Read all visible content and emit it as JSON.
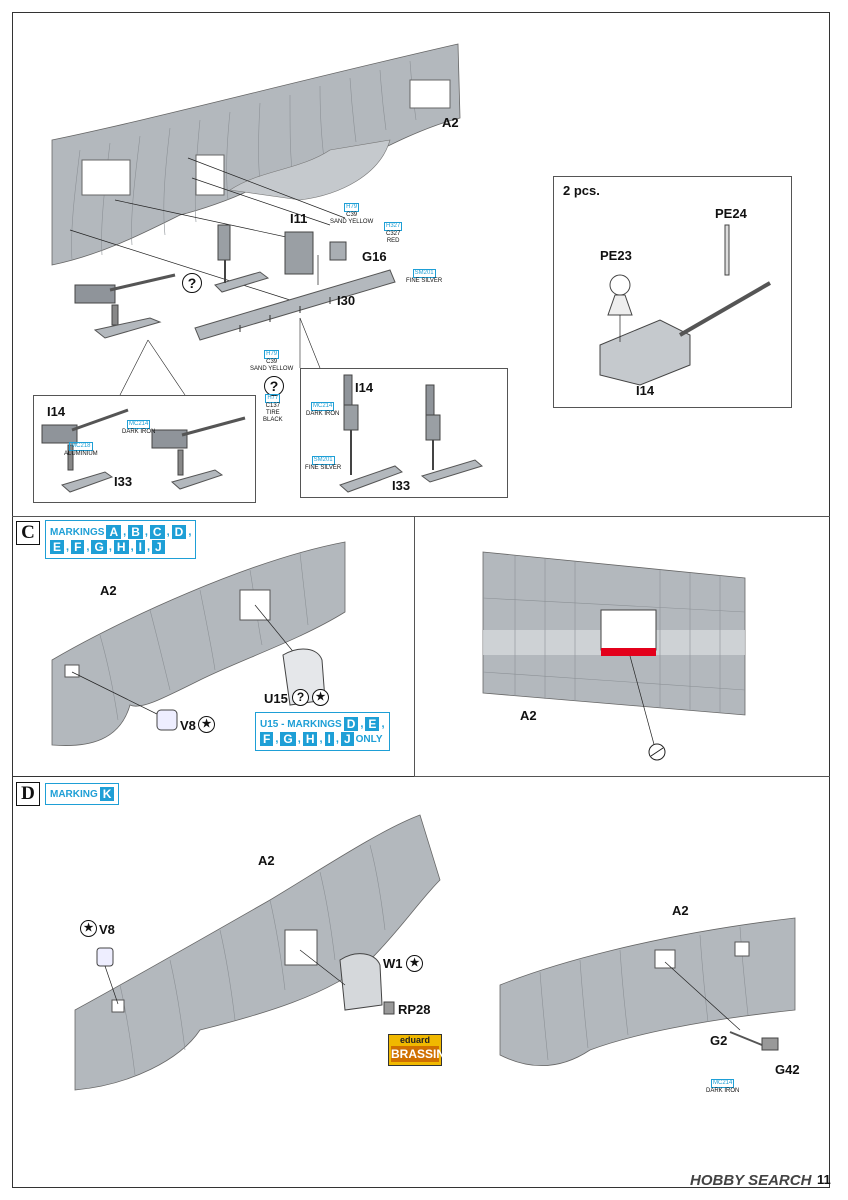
{
  "top_section": {
    "labels": {
      "a2": "A2",
      "i11": "I11",
      "g16": "G16",
      "i30": "I30",
      "inset_i14": "I14",
      "inset_i33": "I33",
      "right_i14": "I14",
      "right_i33": "I33"
    },
    "paints": {
      "h79_top": {
        "code": "H79",
        "sub1": "C39",
        "sub2": "SAND YELLOW"
      },
      "h327": {
        "code": "H327",
        "sub1": "C327",
        "sub2": "RED"
      },
      "sm201_top": {
        "code": "SM201",
        "sub1": "FINE SILVER"
      },
      "h79_mid": {
        "code": "H79",
        "sub1": "C39",
        "sub2": "SAND YELLOW"
      },
      "h77": {
        "code": "H77",
        "sub1": "C137",
        "sub2": "TIRE",
        "sub3": "BLACK"
      },
      "mc214_left": {
        "code": "MC214",
        "sub1": "DARK IRON"
      },
      "mc218_left": {
        "code": "MC218",
        "sub1": "ALUMINIUM"
      },
      "mc214_right": {
        "code": "MC214",
        "sub1": "DARK IRON"
      },
      "sm201_right": {
        "code": "SM201",
        "sub1": "FINE SILVER"
      }
    },
    "pe_box": {
      "title": "2 pcs.",
      "pe24": "PE24",
      "pe23": "PE23",
      "i14": "I14"
    }
  },
  "section_c": {
    "letter": "C",
    "markings_label": "MARKINGS",
    "markings_letters_row1": [
      "A",
      "B",
      "C",
      "D"
    ],
    "markings_letters_row2": [
      "E",
      "F",
      "G",
      "H",
      "I",
      "J"
    ],
    "a2_left": "A2",
    "u15": "U15",
    "v8": "V8",
    "u15_note_label": "U15 - MARKINGS",
    "u15_note_row1": [
      "D",
      "E"
    ],
    "u15_note_row2": [
      "F",
      "G",
      "H",
      "I",
      "J"
    ],
    "u15_note_only": "ONLY",
    "a2_right": "A2"
  },
  "section_d": {
    "letter": "D",
    "marking_label": "MARKING",
    "marking_letter": "K",
    "a2_left": "A2",
    "v8": "V8",
    "w1": "W1",
    "rp28": "RP28",
    "brassin_top": "eduard",
    "brassin_bottom": "BRASSIN",
    "a2_right": "A2",
    "g2": "G2",
    "g42": "G42",
    "mc214": {
      "code": "MC214",
      "sub1": "DARK IRON"
    }
  },
  "footer": {
    "watermark": "HOBBY SEARCH",
    "page_number": "11"
  },
  "colors": {
    "fuselage": "#b3b8bd",
    "paint_blue": "#1e9fd6",
    "red_stripe": "#e3001b"
  }
}
